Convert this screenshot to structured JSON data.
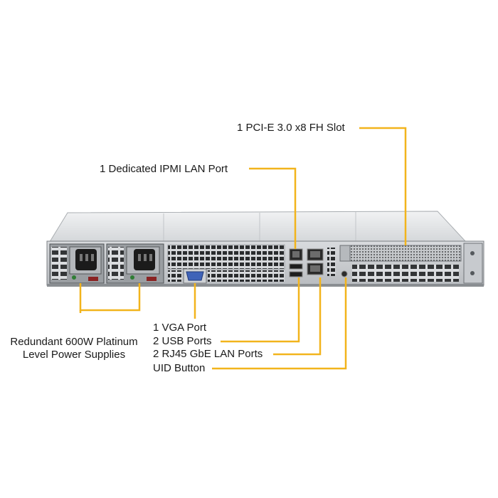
{
  "callouts": {
    "pcie_slot": "1 PCI-E 3.0 x8 FH Slot",
    "ipmi_lan": "1 Dedicated IPMI LAN Port",
    "vga": "1 VGA Port",
    "usb": "2  USB Ports",
    "rj45": "2 RJ45 GbE LAN Ports",
    "uid": "UID Button",
    "psu_line1": "Redundant 600W Platinum",
    "psu_line2": "Level Power Supplies"
  },
  "colors": {
    "leader_line": "#f2b41c",
    "chassis": "#c9ccd0",
    "chassis_dark": "#5b5f63",
    "psu_body": "#8e9296",
    "socket": "#1b1b1b",
    "vga_port": "#3f63b8",
    "text": "#1a1a1a"
  }
}
